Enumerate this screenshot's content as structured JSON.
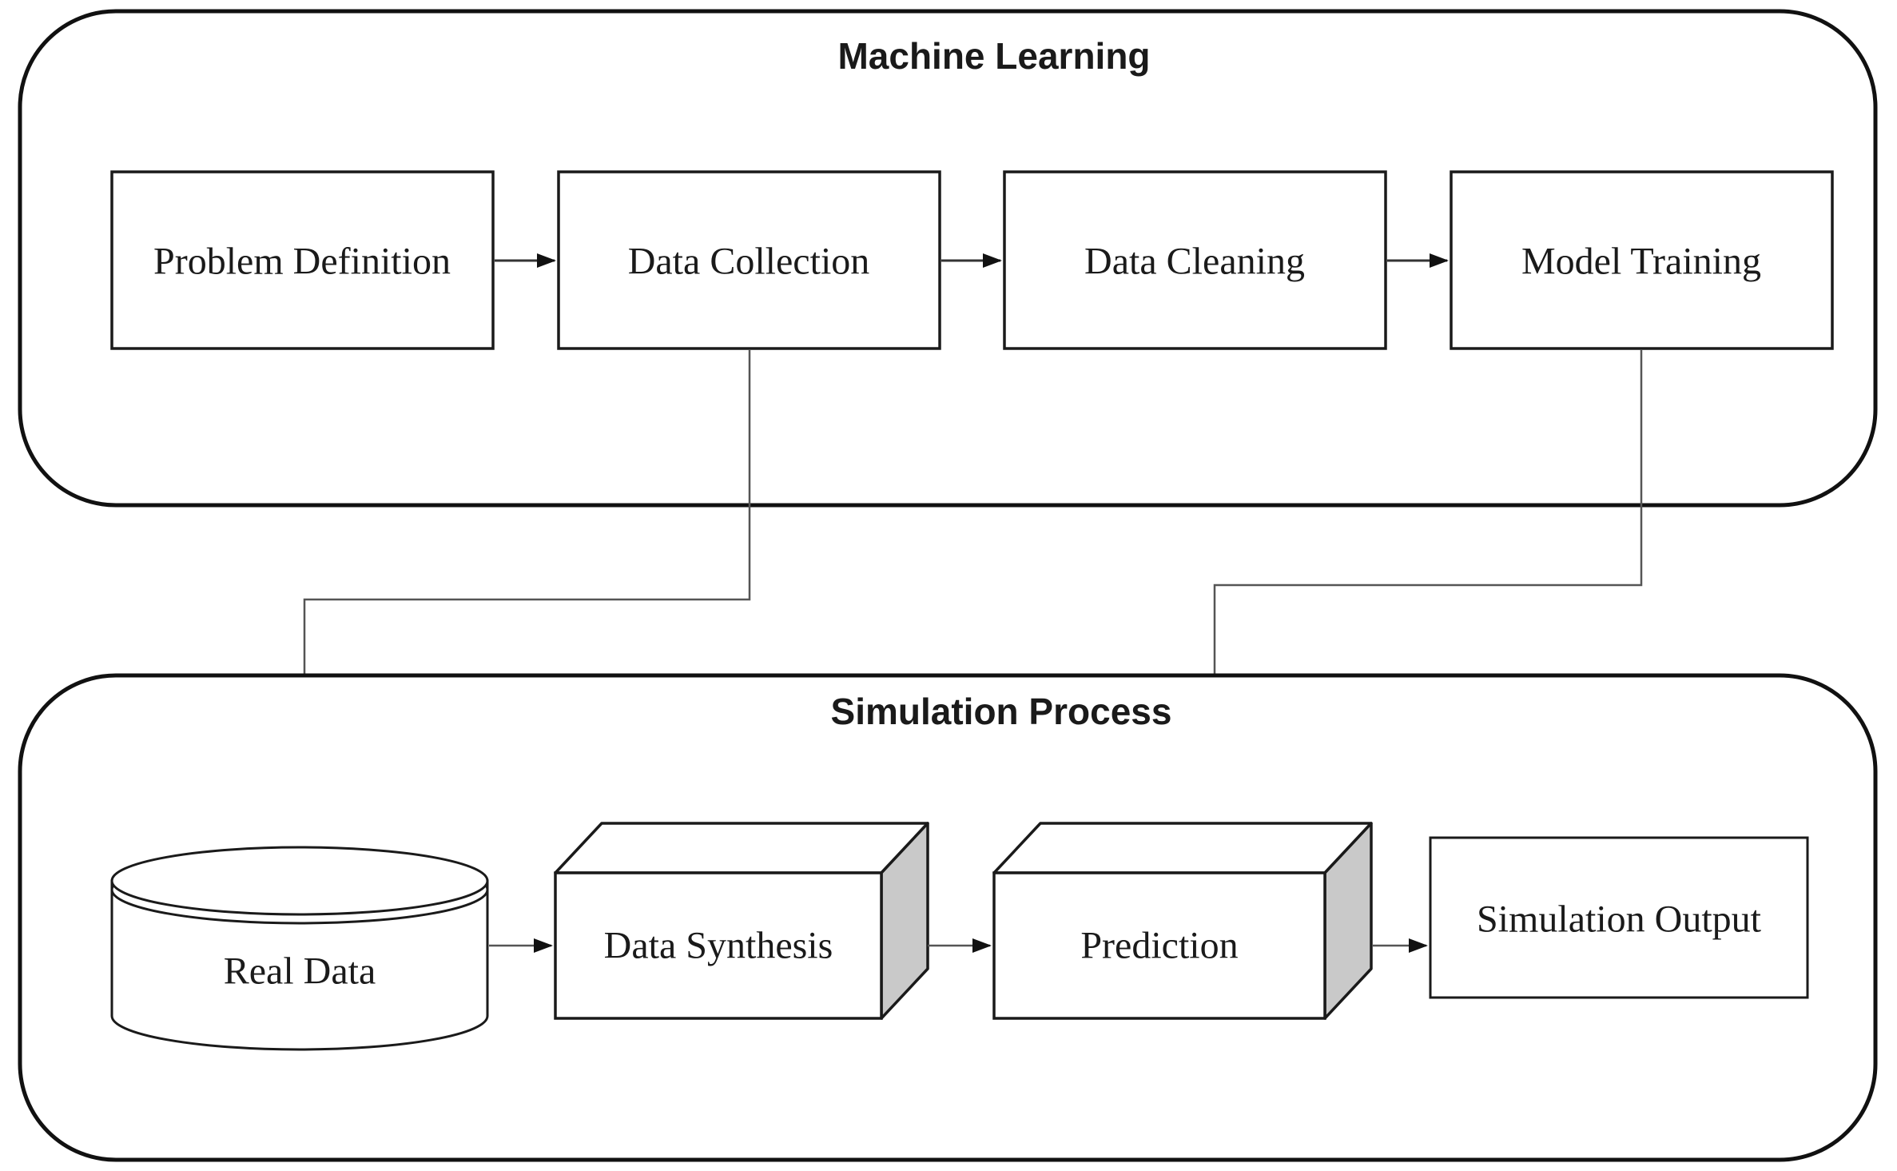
{
  "diagram": {
    "type": "flowchart",
    "background": "#ffffff",
    "colors": {
      "shape_stroke": "#1a1a1a",
      "container_stroke": "#111111",
      "connector_line": "#555555",
      "short_arrow_line": "#333333",
      "arrowhead_fill": "#111111",
      "cube_side_face": "#c9c9c9",
      "shape_fill": "#ffffff"
    },
    "sections": [
      {
        "id": "machine-learning",
        "title": "Machine Learning"
      },
      {
        "id": "simulation-process",
        "title": "Simulation Process"
      }
    ],
    "nodes": [
      {
        "id": "problem-definition",
        "label": "Problem Definition",
        "shape": "rect",
        "section": "machine-learning"
      },
      {
        "id": "data-collection",
        "label": "Data Collection",
        "shape": "rect",
        "section": "machine-learning"
      },
      {
        "id": "data-cleaning",
        "label": "Data Cleaning",
        "shape": "rect",
        "section": "machine-learning"
      },
      {
        "id": "model-training",
        "label": "Model Training",
        "shape": "rect",
        "section": "machine-learning"
      },
      {
        "id": "real-data",
        "label": "Real Data",
        "shape": "cylinder",
        "section": "simulation-process"
      },
      {
        "id": "data-synthesis",
        "label": "Data Synthesis",
        "shape": "cube",
        "section": "simulation-process"
      },
      {
        "id": "prediction",
        "label": "Prediction",
        "shape": "cube",
        "section": "simulation-process"
      },
      {
        "id": "simulation-output",
        "label": "Simulation Output",
        "shape": "rect",
        "section": "simulation-process"
      }
    ],
    "edges": [
      {
        "from": "problem-definition",
        "to": "data-collection"
      },
      {
        "from": "data-collection",
        "to": "data-cleaning"
      },
      {
        "from": "data-cleaning",
        "to": "model-training"
      },
      {
        "from": "data-collection",
        "to": "real-data"
      },
      {
        "from": "model-training",
        "to": "prediction"
      },
      {
        "from": "real-data",
        "to": "data-synthesis"
      },
      {
        "from": "data-synthesis",
        "to": "prediction"
      },
      {
        "from": "prediction",
        "to": "simulation-output"
      }
    ]
  }
}
